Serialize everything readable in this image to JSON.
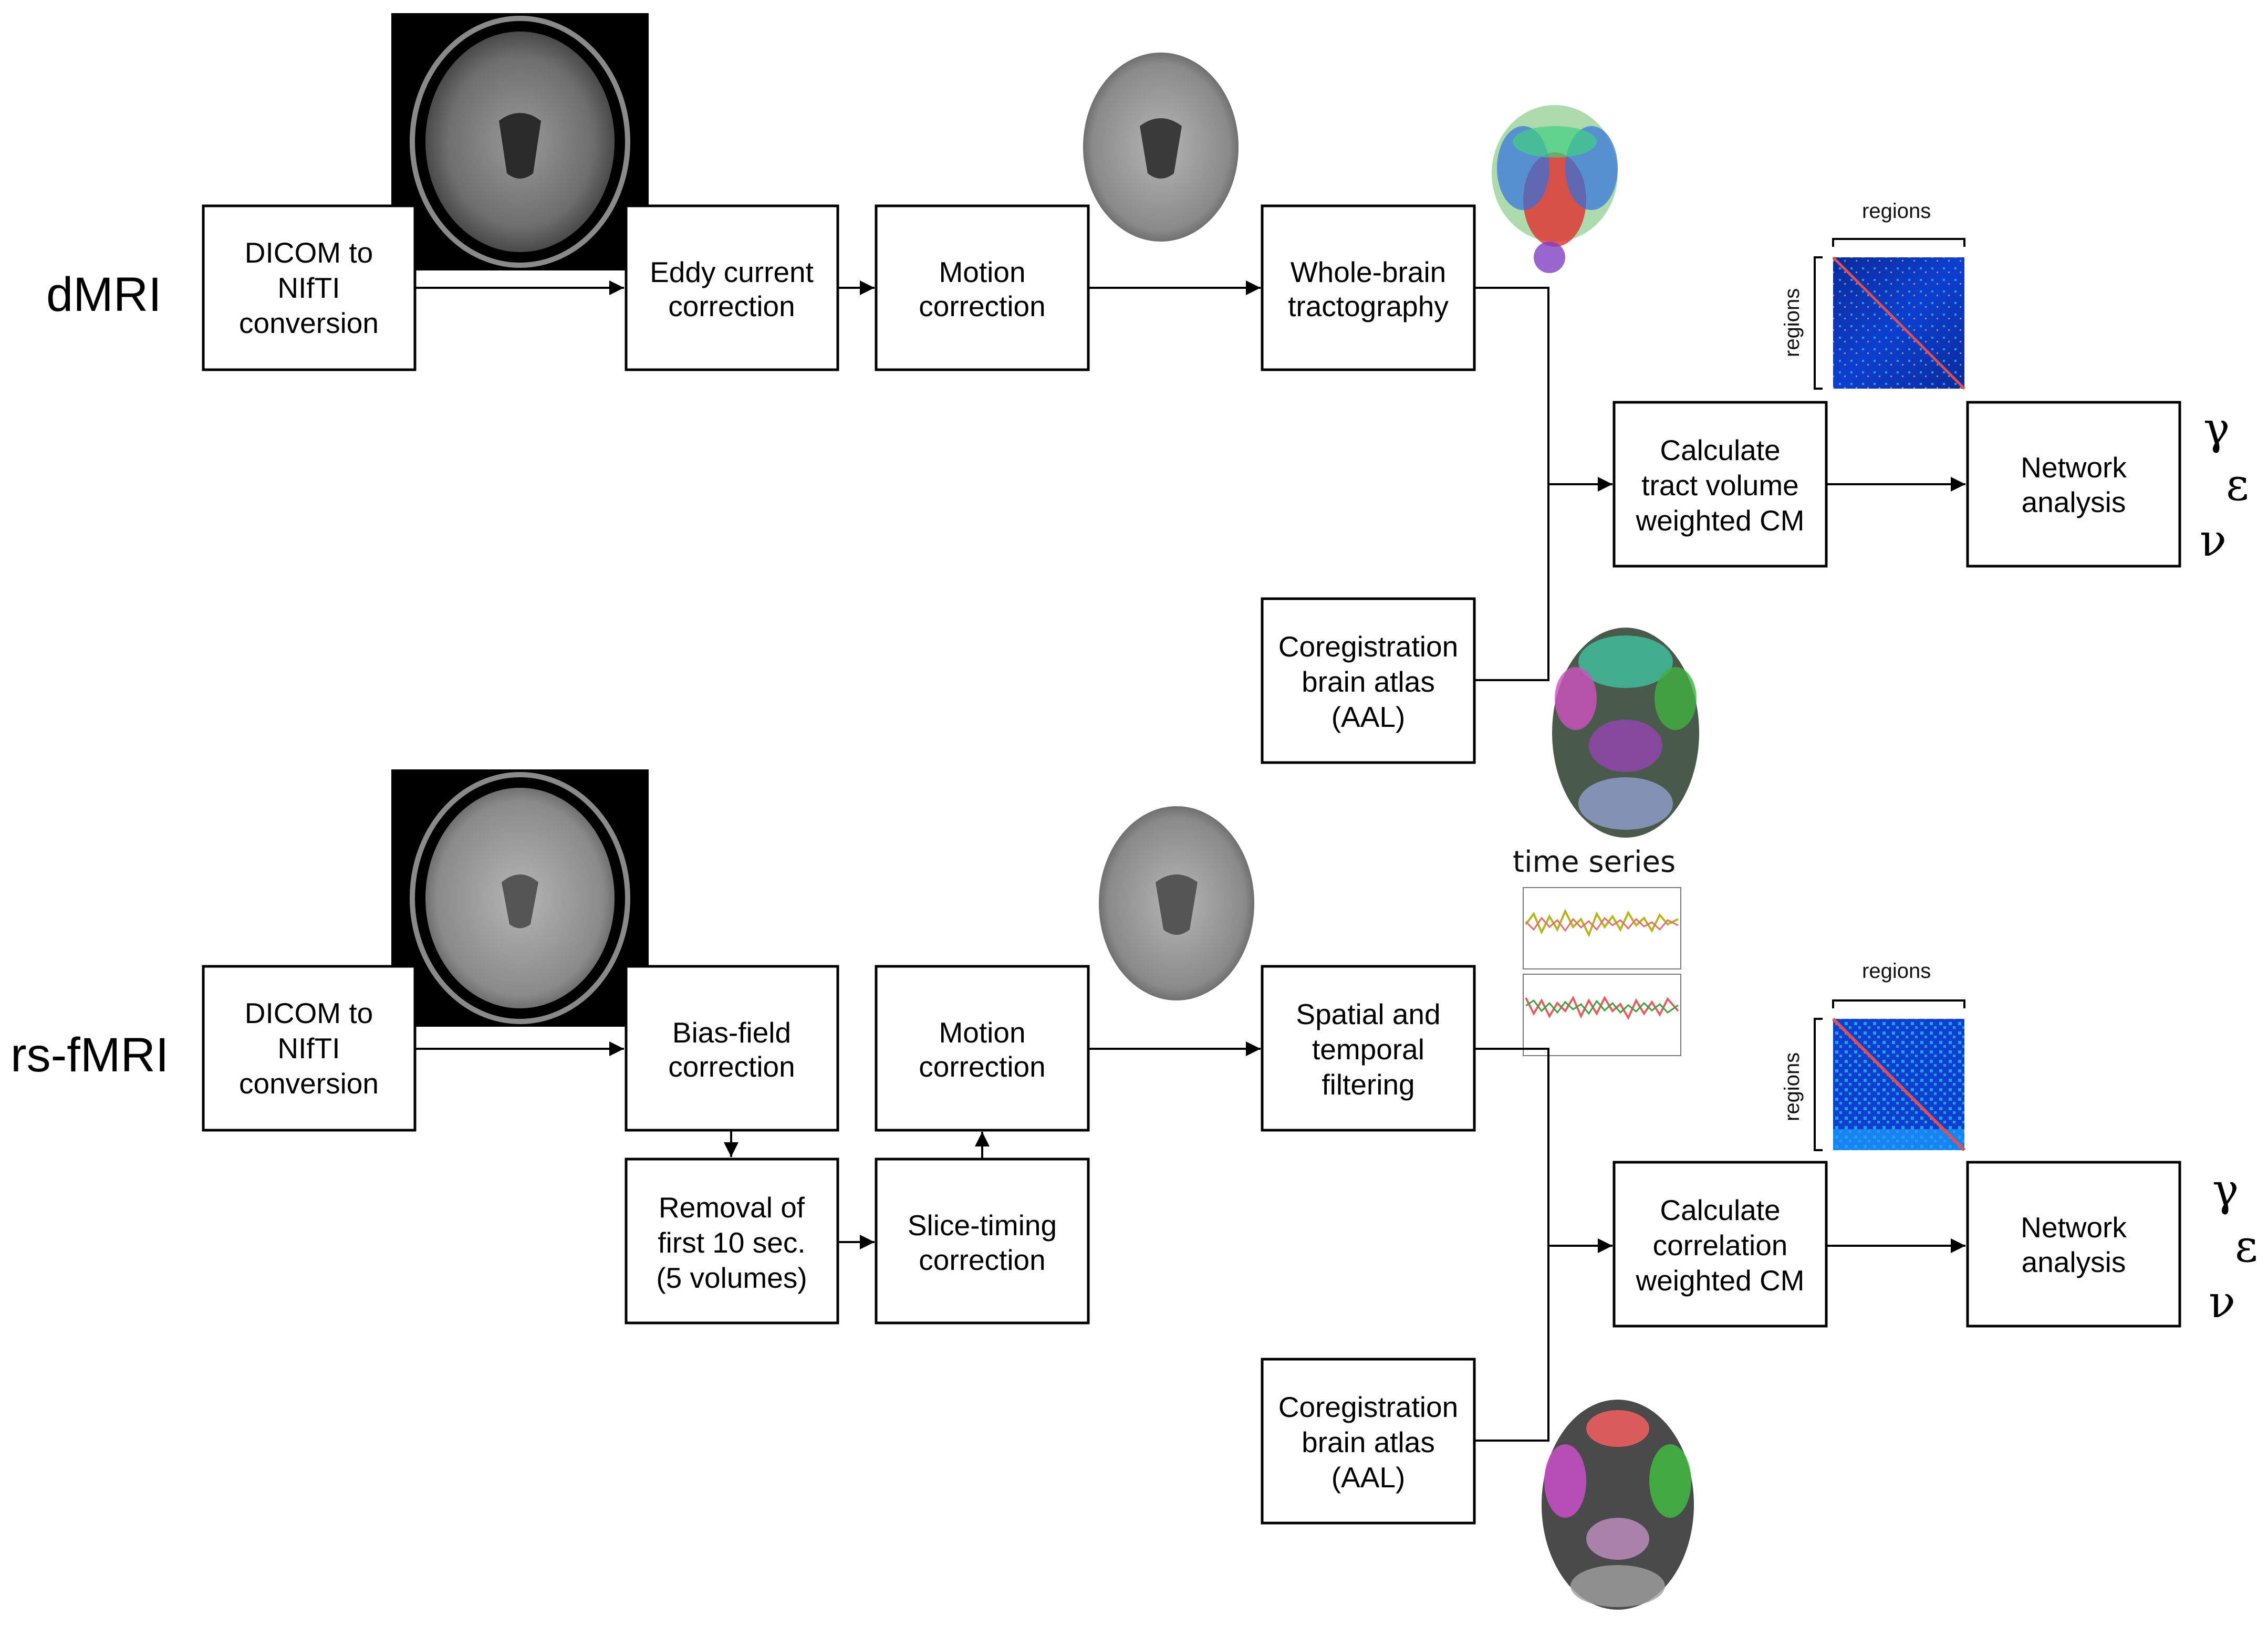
{
  "pipelines": [
    {
      "label": "dMRI",
      "steps": [
        {
          "lines": [
            "DICOM to",
            "NIfTI",
            "conversion"
          ]
        },
        {
          "lines": [
            "Eddy current",
            "correction"
          ]
        },
        {
          "lines": [
            "Motion",
            "correction"
          ]
        },
        {
          "lines": [
            "Whole-brain",
            "tractography"
          ]
        },
        {
          "lines": [
            "Coregistration",
            "brain atlas",
            "(AAL)"
          ]
        },
        {
          "lines": [
            "Calculate",
            "tract volume",
            "weighted CM"
          ]
        },
        {
          "lines": [
            "Network",
            "analysis"
          ]
        }
      ],
      "matrix_axis_top": "regions",
      "matrix_axis_side": "regions",
      "measures": [
        "γ",
        "ε",
        "ν"
      ]
    },
    {
      "label": "rs-fMRI",
      "steps": [
        {
          "lines": [
            "DICOM to",
            "NIfTI",
            "conversion"
          ]
        },
        {
          "lines": [
            "Bias-field",
            "correction"
          ]
        },
        {
          "lines": [
            "Removal of",
            "first 10 sec.",
            "(5 volumes)"
          ]
        },
        {
          "lines": [
            "Slice-timing",
            "correction"
          ]
        },
        {
          "lines": [
            "Motion",
            "correction"
          ]
        },
        {
          "lines": [
            "Spatial and",
            "temporal",
            "filtering"
          ]
        },
        {
          "lines": [
            "Coregistration",
            "brain atlas",
            "(AAL)"
          ]
        },
        {
          "lines": [
            "Calculate",
            "correlation",
            "weighted CM"
          ]
        },
        {
          "lines": [
            "Network",
            "analysis"
          ]
        }
      ],
      "time_series_title": "time series",
      "matrix_axis_top": "regions",
      "matrix_axis_side": "regions",
      "measures": [
        "γ",
        "ε",
        "ν"
      ]
    }
  ]
}
